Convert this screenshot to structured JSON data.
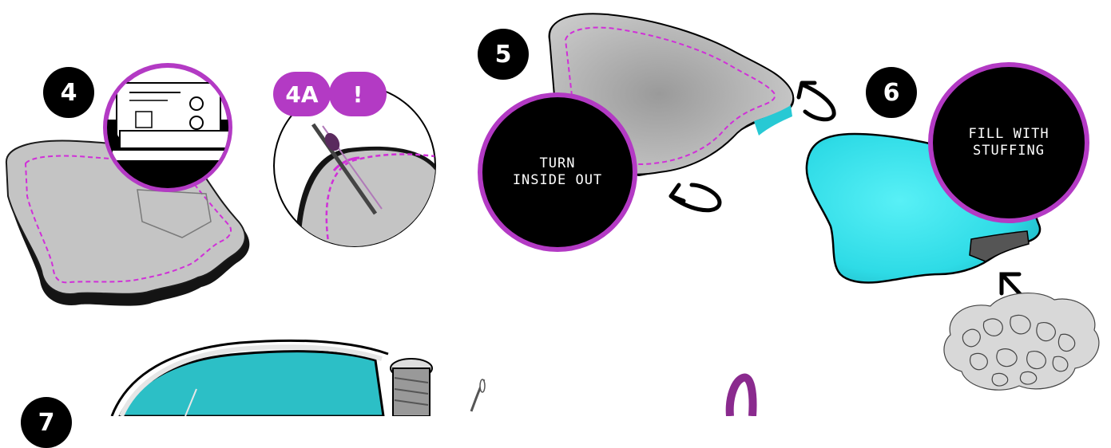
{
  "steps": {
    "step4": {
      "number": "4"
    },
    "step4a": {
      "label": "4A",
      "alert": "!"
    },
    "step5": {
      "number": "5",
      "caption": "TURN\nINSIDE OUT"
    },
    "step6": {
      "number": "6",
      "caption": "FILL WITH\nSTUFFING"
    },
    "step7": {
      "number": "7"
    }
  },
  "colors": {
    "fabric_gray": "#c4c4c4",
    "fabric_cyan": "#33e6f0",
    "accent_purple": "#b33ac4",
    "stitch_magenta": "#d02fd8",
    "ink_black": "#000000"
  },
  "icons": [
    "sewing-machine-icon",
    "needle-thread-icon",
    "rotate-arrow-icon",
    "stuffing-icon",
    "embroidery-hoop-icon",
    "pointer-arrow-icon"
  ]
}
